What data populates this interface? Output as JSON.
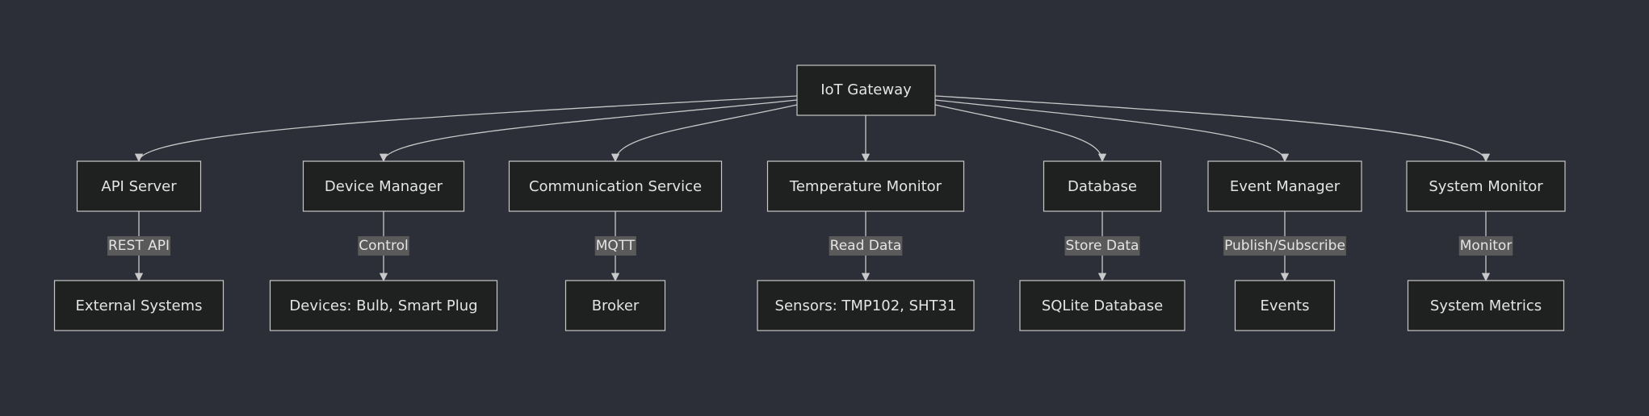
{
  "diagram": {
    "root": "IoT Gateway",
    "components": [
      {
        "name": "API Server",
        "link": "REST API",
        "target": "External Systems"
      },
      {
        "name": "Device Manager",
        "link": "Control",
        "target": "Devices: Bulb, Smart Plug"
      },
      {
        "name": "Communication Service",
        "link": "MQTT",
        "target": "Broker"
      },
      {
        "name": "Temperature Monitor",
        "link": "Read Data",
        "target": "Sensors: TMP102, SHT31"
      },
      {
        "name": "Database",
        "link": "Store Data",
        "target": "SQLite Database"
      },
      {
        "name": "Event Manager",
        "link": "Publish/Subscribe",
        "target": "Events"
      },
      {
        "name": "System Monitor",
        "link": "Monitor",
        "target": "System Metrics"
      }
    ],
    "colors": {
      "background": "#2c2f38",
      "node_fill": "#1f2020",
      "node_stroke": "#c8c8c8",
      "edge": "#c8c8c8",
      "edge_label_bg": "#5a5a5a",
      "text": "#e4e4e4"
    }
  }
}
